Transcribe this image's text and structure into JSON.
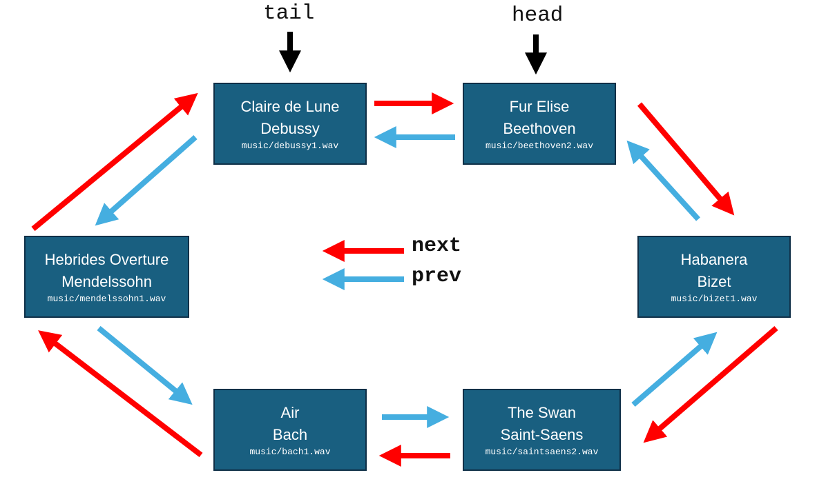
{
  "colors": {
    "node_fill": "#195f80",
    "node_border": "#0f2f47",
    "next_arrow": "#ff0000",
    "prev_arrow": "#45aee0",
    "pointer_arrow": "#000000"
  },
  "pointers": {
    "tail": "tail",
    "head": "head"
  },
  "legend": {
    "next": "next",
    "prev": "prev"
  },
  "nodes": [
    {
      "title": "Claire de Lune",
      "composer": "Debussy",
      "file": "music/debussy1.wav"
    },
    {
      "title": "Fur Elise",
      "composer": "Beethoven",
      "file": "music/beethoven2.wav"
    },
    {
      "title": "Habanera",
      "composer": "Bizet",
      "file": "music/bizet1.wav"
    },
    {
      "title": "The Swan",
      "composer": "Saint-Saens",
      "file": "music/saintsaens2.wav"
    },
    {
      "title": "Air",
      "composer": "Bach",
      "file": "music/bach1.wav"
    },
    {
      "title": "Hebrides Overture",
      "composer": "Mendelssohn",
      "file": "music/mendelssohn1.wav"
    }
  ]
}
